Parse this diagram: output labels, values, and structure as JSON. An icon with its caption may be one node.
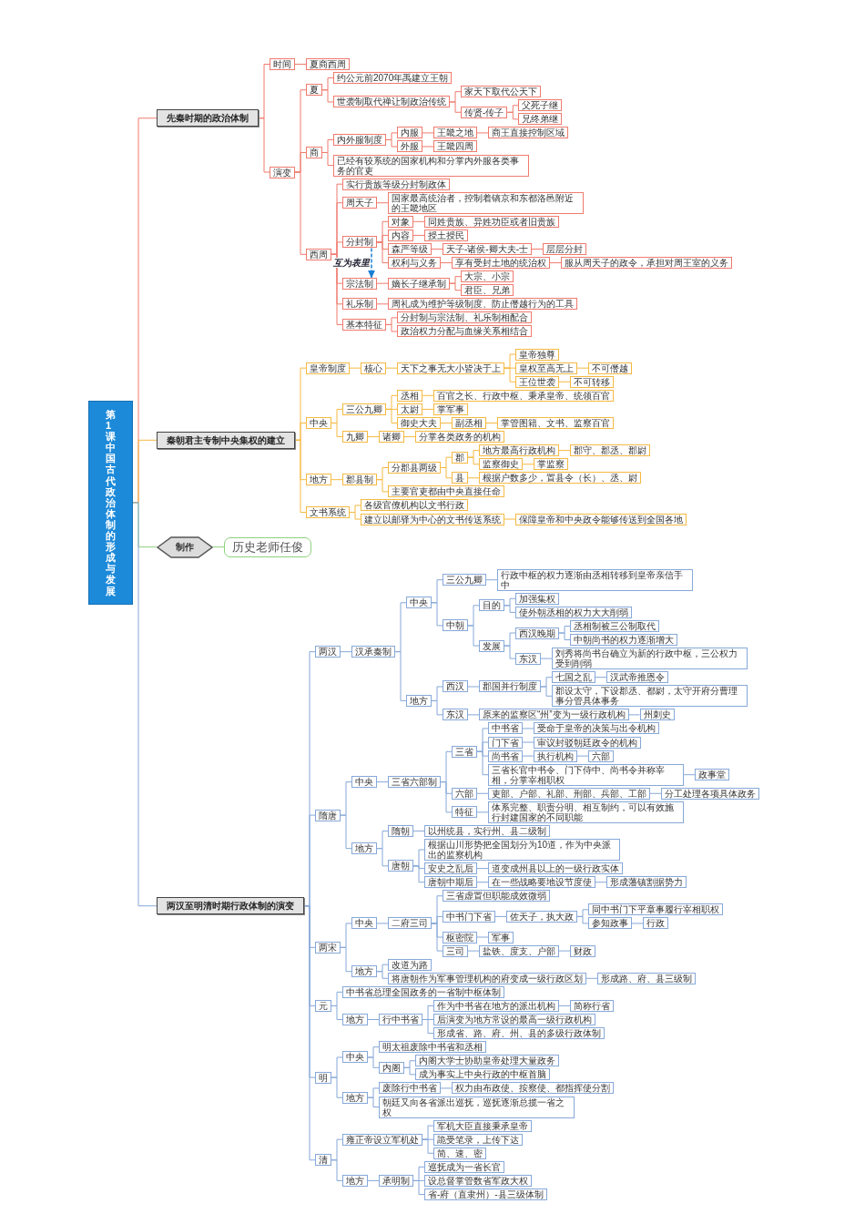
{
  "diagram": {
    "nodes": [
      {
        "text": [
          "第1课中国古代政治体制的形成与发展"
        ]
      },
      {
        "text": [
          "先秦时期的政治体制"
        ]
      },
      {
        "text": [
          "时间"
        ]
      },
      {
        "text": [
          "夏商西周"
        ]
      },
      {
        "text": [
          "演变"
        ]
      },
      {
        "text": [
          "夏"
        ]
      },
      {
        "text": [
          "约公元前2070年禹建立王朝"
        ]
      },
      {
        "text": [
          "世袭制取代禅让制政治传统"
        ]
      },
      {
        "text": [
          "家天下取代公天下"
        ]
      },
      {
        "text": [
          "传贤-传子"
        ]
      },
      {
        "text": [
          "父死子继"
        ]
      },
      {
        "text": [
          "兄终弟继"
        ]
      },
      {
        "text": [
          "商"
        ]
      },
      {
        "text": [
          "内外服制度"
        ]
      },
      {
        "text": [
          "内服"
        ]
      },
      {
        "text": [
          "王畿之地"
        ]
      },
      {
        "text": [
          "商王直接控制区域"
        ]
      },
      {
        "text": [
          "外服"
        ]
      },
      {
        "text": [
          "王畿四周"
        ]
      },
      {
        "text": [
          "已经有较系统的国家机构和分掌内外服各类事务的官吏"
        ]
      },
      {
        "text": [
          "西周"
        ]
      },
      {
        "text": [
          "实行贵族等级分封制政体"
        ]
      },
      {
        "text": [
          "周天子"
        ]
      },
      {
        "text": [
          "国家最高统治者，控制着镐京和东都洛邑附近的王畿地区"
        ]
      },
      {
        "text": [
          "分封制"
        ]
      },
      {
        "text": [
          "对象"
        ]
      },
      {
        "text": [
          "同姓贵族、异姓功臣或者旧贵族"
        ]
      },
      {
        "text": [
          "内容"
        ]
      },
      {
        "text": [
          "授土授民"
        ]
      },
      {
        "text": [
          "森严等级"
        ]
      },
      {
        "text": [
          "天子-诸侯-卿大夫-士"
        ]
      },
      {
        "text": [
          "层层分封"
        ]
      },
      {
        "text": [
          "权利与义务"
        ]
      },
      {
        "text": [
          "享有受封土地的统治权"
        ]
      },
      {
        "text": [
          "服从周天子的政令，承担对周王室的义务"
        ]
      },
      {
        "text": [
          "宗法制"
        ]
      },
      {
        "text": [
          "嫡长子继承制"
        ]
      },
      {
        "text": [
          "大宗、小宗"
        ]
      },
      {
        "text": [
          "君臣、兄弟"
        ]
      },
      {
        "text": [
          "礼乐制"
        ]
      },
      {
        "text": [
          "周礼成为维护等级制度、防止僭越行为的工具"
        ]
      },
      {
        "text": [
          "基本特征"
        ]
      },
      {
        "text": [
          "分封制与宗法制、礼乐制相配合"
        ]
      },
      {
        "text": [
          "政治权力分配与血缘关系相结合"
        ]
      },
      {
        "text": [
          "秦朝君主专制中央集权的建立"
        ]
      },
      {
        "text": [
          "皇帝制度"
        ]
      },
      {
        "text": [
          "核心"
        ]
      },
      {
        "text": [
          "天下之事无大小皆决于上"
        ]
      },
      {
        "text": [
          "皇帝独尊"
        ]
      },
      {
        "text": [
          "皇权至高无上"
        ]
      },
      {
        "text": [
          "不可僭越"
        ]
      },
      {
        "text": [
          "王位世袭"
        ]
      },
      {
        "text": [
          "不可转移"
        ]
      },
      {
        "text": [
          "中央"
        ]
      },
      {
        "text": [
          "三公九卿"
        ]
      },
      {
        "text": [
          "丞相"
        ]
      },
      {
        "text": [
          "百官之长、行政中枢、秉承皇帝、统领百官"
        ]
      },
      {
        "text": [
          "太尉"
        ]
      },
      {
        "text": [
          "掌军事"
        ]
      },
      {
        "text": [
          "御史大夫"
        ]
      },
      {
        "text": [
          "副丞相"
        ]
      },
      {
        "text": [
          "掌管图籍、文书、监察百官"
        ]
      },
      {
        "text": [
          "九卿"
        ]
      },
      {
        "text": [
          "诸卿"
        ]
      },
      {
        "text": [
          "分掌各类政务的机构"
        ]
      },
      {
        "text": [
          "地方"
        ]
      },
      {
        "text": [
          "郡县制"
        ]
      },
      {
        "text": [
          "分郡县两级"
        ]
      },
      {
        "text": [
          "郡"
        ]
      },
      {
        "text": [
          "地方最高行政机构"
        ]
      },
      {
        "text": [
          "郡守、郡丞、郡尉"
        ]
      },
      {
        "text": [
          "监察御史"
        ]
      },
      {
        "text": [
          "掌监察"
        ]
      },
      {
        "text": [
          "县"
        ]
      },
      {
        "text": [
          "根据户数多少，置县令（长）、丞、尉"
        ]
      },
      {
        "text": [
          "主要官吏都由中央直接任命"
        ]
      },
      {
        "text": [
          "文书系统"
        ]
      },
      {
        "text": [
          "各级官僚机构以文书行政"
        ]
      },
      {
        "text": [
          "建立以邮驿为中心的文书传送系统"
        ]
      },
      {
        "text": [
          "保障皇帝和中央政令能够传送到全国各地"
        ]
      },
      {
        "text": [
          "制作"
        ]
      },
      {
        "text": [
          "历史老师任俊"
        ]
      },
      {
        "text": [
          "两汉至明清时期行政体制的演变"
        ]
      },
      {
        "text": [
          "两汉"
        ]
      },
      {
        "text": [
          "汉承秦制"
        ]
      },
      {
        "text": [
          "中央"
        ]
      },
      {
        "text": [
          "三公九卿"
        ]
      },
      {
        "text": [
          "行政中枢的权力逐渐由丞相转移到皇帝亲信手中"
        ]
      },
      {
        "text": [
          "中朝"
        ]
      },
      {
        "text": [
          "目的"
        ]
      },
      {
        "text": [
          "加强集权"
        ]
      },
      {
        "text": [
          "使外朝丞相的权力大大削弱"
        ]
      },
      {
        "text": [
          "发展"
        ]
      },
      {
        "text": [
          "西汉晚期"
        ]
      },
      {
        "text": [
          "丞相制被三公制取代"
        ]
      },
      {
        "text": [
          "中朝尚书的权力逐渐增大"
        ]
      },
      {
        "text": [
          "东汉"
        ]
      },
      {
        "text": [
          "刘秀将尚书台确立为新的行政中枢，三公权力受到削弱"
        ]
      },
      {
        "text": [
          "地方"
        ]
      },
      {
        "text": [
          "西汉"
        ]
      },
      {
        "text": [
          "郡国并行制度"
        ]
      },
      {
        "text": [
          "七国之乱"
        ]
      },
      {
        "text": [
          "汉武帝推恩令"
        ]
      },
      {
        "text": [
          "郡设太守，下设郡丞、都尉，太守开府分曹理事分管具体事务"
        ]
      },
      {
        "text": [
          "东汉"
        ]
      },
      {
        "text": [
          "原来的监察区“州”变为一级行政机构"
        ]
      },
      {
        "text": [
          "州刺史"
        ]
      },
      {
        "text": [
          "隋唐"
        ]
      },
      {
        "text": [
          "中央"
        ]
      },
      {
        "text": [
          "三省六部制"
        ]
      },
      {
        "text": [
          "三省"
        ]
      },
      {
        "text": [
          "中书省"
        ]
      },
      {
        "text": [
          "受命于皇帝的决策与出令机构"
        ]
      },
      {
        "text": [
          "门下省"
        ]
      },
      {
        "text": [
          "审议封驳朝廷政令的机构"
        ]
      },
      {
        "text": [
          "尚书省"
        ]
      },
      {
        "text": [
          "执行机构"
        ]
      },
      {
        "text": [
          "六部"
        ]
      },
      {
        "text": [
          "三省长官中书令、门下侍中、尚书令并称宰相，分掌宰相职权"
        ]
      },
      {
        "text": [
          "政事堂"
        ]
      },
      {
        "text": [
          "六部"
        ]
      },
      {
        "text": [
          "吏部、户部、礼部、刑部、兵部、工部"
        ]
      },
      {
        "text": [
          "分工处理各项具体政务"
        ]
      },
      {
        "text": [
          "特征"
        ]
      },
      {
        "text": [
          "体系完整、职责分明、相互制约，可以有效施行封建国家的不同职能"
        ]
      },
      {
        "text": [
          "地方"
        ]
      },
      {
        "text": [
          "隋朝"
        ]
      },
      {
        "text": [
          "以州统县，实行州、县二级制"
        ]
      },
      {
        "text": [
          "唐朝"
        ]
      },
      {
        "text": [
          "根据山川形势把全国划分为10道，作为中央派出的监察机构"
        ]
      },
      {
        "text": [
          "安史之乱后"
        ]
      },
      {
        "text": [
          "道变成州县以上的一级行政实体"
        ]
      },
      {
        "text": [
          "唐朝中期后"
        ]
      },
      {
        "text": [
          "在一些战略要地设节度使"
        ]
      },
      {
        "text": [
          "形成藩镇割据势力"
        ]
      },
      {
        "text": [
          "两宋"
        ]
      },
      {
        "text": [
          "中央"
        ]
      },
      {
        "text": [
          "二府三司"
        ]
      },
      {
        "text": [
          "三省虚置但职能成效微弱"
        ]
      },
      {
        "text": [
          "中书门下省"
        ]
      },
      {
        "text": [
          "佐天子，执大政"
        ]
      },
      {
        "text": [
          "同中书门下平章事履行宰相职权"
        ]
      },
      {
        "text": [
          "参知政事"
        ]
      },
      {
        "text": [
          "行政"
        ]
      },
      {
        "text": [
          "枢密院"
        ]
      },
      {
        "text": [
          "军事"
        ]
      },
      {
        "text": [
          "三司"
        ]
      },
      {
        "text": [
          "盐铁、度支、户部"
        ]
      },
      {
        "text": [
          "财政"
        ]
      },
      {
        "text": [
          "地方"
        ]
      },
      {
        "text": [
          "改道为路"
        ]
      },
      {
        "text": [
          "将唐朝作为军事管理机构的府变成一级行政区划"
        ]
      },
      {
        "text": [
          "形成路、府、县三级制"
        ]
      },
      {
        "text": [
          "元"
        ]
      },
      {
        "text": [
          "中书省总理全国政务的一省制中枢体制"
        ]
      },
      {
        "text": [
          "地方"
        ]
      },
      {
        "text": [
          "行中书省"
        ]
      },
      {
        "text": [
          "作为中书省在地方的派出机构"
        ]
      },
      {
        "text": [
          "简称行省"
        ]
      },
      {
        "text": [
          "后演变为地方常设的最高一级行政机构"
        ]
      },
      {
        "text": [
          "形成省、路、府、州、县的多级行政体制"
        ]
      },
      {
        "text": [
          "明"
        ]
      },
      {
        "text": [
          "中央"
        ]
      },
      {
        "text": [
          "明太祖废除中书省和丞相"
        ]
      },
      {
        "text": [
          "内阁"
        ]
      },
      {
        "text": [
          "内阁大学士协助皇帝处理大量政务"
        ]
      },
      {
        "text": [
          "成为事实上中央行政的中枢首脑"
        ]
      },
      {
        "text": [
          "地方"
        ]
      },
      {
        "text": [
          "废除行中书省"
        ]
      },
      {
        "text": [
          "权力由布政使、按察使、都指挥使分割"
        ]
      },
      {
        "text": [
          "朝廷又向各省派出巡抚，巡抚逐渐总揽一省之权"
        ]
      },
      {
        "text": [
          "清"
        ]
      },
      {
        "text": [
          "雍正帝设立军机处"
        ]
      },
      {
        "text": [
          "军机大臣直接秉承皇帝"
        ]
      },
      {
        "text": [
          "跪受笔录，上传下达"
        ]
      },
      {
        "text": [
          "简、速、密"
        ]
      },
      {
        "text": [
          "地方"
        ]
      },
      {
        "text": [
          "承明制"
        ]
      },
      {
        "text": [
          "巡抚成为一省长官"
        ]
      },
      {
        "text": [
          "设总督掌管数省军政大权"
        ]
      },
      {
        "text": [
          "省-府（直隶州）-县三级体制"
        ]
      }
    ],
    "edges": [
      {
        "from": 0,
        "to": 1,
        "arrow": "none",
        "color": "#ef7b6e"
      },
      {
        "from": 0,
        "to": 44,
        "arrow": "none",
        "color": "#f5b942"
      },
      {
        "from": 0,
        "to": 80,
        "arrow": "none",
        "color": "#8fd17c"
      },
      {
        "from": 0,
        "to": 82,
        "arrow": "none"
      },
      {
        "from": 1,
        "to": 2,
        "arrow": "none",
        "color": "#ef7b6e"
      },
      {
        "from": 1,
        "to": 4,
        "arrow": "none",
        "color": "#ef7b6e"
      },
      {
        "from": 2,
        "to": 3,
        "arrow": "none",
        "color": "#ef7b6e"
      },
      {
        "from": 4,
        "to": 5,
        "arrow": "none",
        "color": "#ef7b6e"
      },
      {
        "from": 4,
        "to": 12,
        "arrow": "none",
        "color": "#ef7b6e"
      },
      {
        "from": 4,
        "to": 20,
        "arrow": "none",
        "color": "#ef7b6e"
      },
      {
        "from": 5,
        "to": 6,
        "arrow": "none",
        "color": "#ef7b6e"
      },
      {
        "from": 5,
        "to": 7,
        "arrow": "none",
        "color": "#ef7b6e"
      },
      {
        "from": 7,
        "to": 8,
        "arrow": "none",
        "color": "#ef7b6e"
      },
      {
        "from": 7,
        "to": 9,
        "arrow": "none",
        "color": "#ef7b6e"
      },
      {
        "from": 9,
        "to": 10,
        "arrow": "none",
        "color": "#ef7b6e"
      },
      {
        "from": 9,
        "to": 11,
        "arrow": "none",
        "color": "#ef7b6e"
      },
      {
        "from": 12,
        "to": 13,
        "arrow": "none",
        "color": "#ef7b6e"
      },
      {
        "from": 12,
        "to": 19,
        "arrow": "none",
        "color": "#ef7b6e"
      },
      {
        "from": 13,
        "to": 14,
        "arrow": "none",
        "color": "#ef7b6e"
      },
      {
        "from": 13,
        "to": 17,
        "arrow": "none",
        "color": "#ef7b6e"
      },
      {
        "from": 14,
        "to": 15,
        "arrow": "none",
        "color": "#ef7b6e"
      },
      {
        "from": 15,
        "to": 16,
        "arrow": "none",
        "color": "#ef7b6e"
      },
      {
        "from": 17,
        "to": 18,
        "arrow": "none",
        "color": "#ef7b6e"
      },
      {
        "from": 20,
        "to": 21,
        "arrow": "none",
        "color": "#ef7b6e"
      },
      {
        "from": 20,
        "to": 22,
        "arrow": "none",
        "color": "#ef7b6e"
      },
      {
        "from": 20,
        "to": 24,
        "arrow": "none",
        "color": "#ef7b6e"
      },
      {
        "from": 20,
        "to": 35,
        "arrow": "none",
        "color": "#ef7b6e"
      },
      {
        "from": 20,
        "to": 39,
        "arrow": "none",
        "color": "#ef7b6e"
      },
      {
        "from": 20,
        "to": 41,
        "arrow": "none",
        "color": "#ef7b6e"
      },
      {
        "from": 22,
        "to": 23,
        "arrow": "none",
        "color": "#ef7b6e"
      },
      {
        "from": 24,
        "to": 25,
        "arrow": "none",
        "color": "#ef7b6e"
      },
      {
        "from": 24,
        "to": 27,
        "arrow": "none",
        "color": "#ef7b6e"
      },
      {
        "from": 24,
        "to": 29,
        "arrow": "none",
        "color": "#ef7b6e"
      },
      {
        "from": 24,
        "to": 32,
        "arrow": "none",
        "color": "#ef7b6e"
      },
      {
        "from": 25,
        "to": 26,
        "arrow": "none",
        "color": "#ef7b6e"
      },
      {
        "from": 27,
        "to": 28,
        "arrow": "none",
        "color": "#ef7b6e"
      },
      {
        "from": 29,
        "to": 30,
        "arrow": "none",
        "color": "#ef7b6e"
      },
      {
        "from": 30,
        "to": 31,
        "arrow": "none",
        "color": "#ef7b6e"
      },
      {
        "from": 32,
        "to": 33,
        "arrow": "none",
        "color": "#ef7b6e"
      },
      {
        "from": 33,
        "to": 34,
        "arrow": "none",
        "color": "#ef7b6e"
      },
      {
        "from": 35,
        "to": 36,
        "arrow": "none",
        "color": "#ef7b6e"
      },
      {
        "from": 36,
        "to": 37,
        "arrow": "none",
        "color": "#ef7b6e"
      },
      {
        "from": 36,
        "to": 38,
        "arrow": "none",
        "color": "#ef7b6e"
      },
      {
        "from": 39,
        "to": 40,
        "arrow": "none",
        "color": "#ef7b6e"
      },
      {
        "from": 41,
        "to": 42,
        "arrow": "none",
        "color": "#ef7b6e"
      },
      {
        "from": 41,
        "to": 43,
        "arrow": "none",
        "color": "#ef7b6e"
      },
      {
        "from": 44,
        "to": 45,
        "arrow": "none",
        "color": "#f5b942"
      },
      {
        "from": 44,
        "to": 53,
        "arrow": "none",
        "color": "#f5b942"
      },
      {
        "from": 44,
        "to": 65,
        "arrow": "none",
        "color": "#f5b942"
      },
      {
        "from": 44,
        "to": 76,
        "arrow": "none",
        "color": "#f5b942"
      },
      {
        "from": 45,
        "to": 46,
        "arrow": "none",
        "color": "#f5b942"
      },
      {
        "from": 46,
        "to": 47,
        "arrow": "none",
        "color": "#f5b942"
      },
      {
        "from": 47,
        "to": 48,
        "arrow": "none",
        "color": "#f5b942"
      },
      {
        "from": 47,
        "to": 49,
        "arrow": "none",
        "color": "#f5b942"
      },
      {
        "from": 47,
        "to": 51,
        "arrow": "none",
        "color": "#f5b942"
      },
      {
        "from": 49,
        "to": 50,
        "arrow": "none",
        "color": "#f5b942"
      },
      {
        "from": 51,
        "to": 52,
        "arrow": "none",
        "color": "#f5b942"
      },
      {
        "from": 53,
        "to": 54,
        "arrow": "none",
        "color": "#f5b942"
      },
      {
        "from": 53,
        "to": 62,
        "arrow": "none",
        "color": "#f5b942"
      },
      {
        "from": 54,
        "to": 55,
        "arrow": "none",
        "color": "#f5b942"
      },
      {
        "from": 54,
        "to": 57,
        "arrow": "none",
        "color": "#f5b942"
      },
      {
        "from": 54,
        "to": 59,
        "arrow": "none",
        "color": "#f5b942"
      },
      {
        "from": 55,
        "to": 56,
        "arrow": "none",
        "color": "#f5b942"
      },
      {
        "from": 57,
        "to": 58,
        "arrow": "none",
        "color": "#f5b942"
      },
      {
        "from": 59,
        "to": 60,
        "arrow": "none",
        "color": "#f5b942"
      },
      {
        "from": 60,
        "to": 61,
        "arrow": "none",
        "color": "#f5b942"
      },
      {
        "from": 62,
        "to": 63,
        "arrow": "none",
        "color": "#f5b942"
      },
      {
        "from": 63,
        "to": 64,
        "arrow": "none",
        "color": "#f5b942"
      },
      {
        "from": 65,
        "to": 66,
        "arrow": "none",
        "color": "#f5b942"
      },
      {
        "from": 66,
        "to": 67,
        "arrow": "none",
        "color": "#f5b942"
      },
      {
        "from": 66,
        "to": 75,
        "arrow": "none",
        "color": "#f5b942"
      },
      {
        "from": 67,
        "to": 68,
        "arrow": "none",
        "color": "#f5b942"
      },
      {
        "from": 67,
        "to": 73,
        "arrow": "none",
        "color": "#f5b942"
      },
      {
        "from": 68,
        "to": 69,
        "arrow": "none",
        "color": "#f5b942"
      },
      {
        "from": 68,
        "to": 71,
        "arrow": "none",
        "color": "#f5b942"
      },
      {
        "from": 69,
        "to": 70,
        "arrow": "none",
        "color": "#f5b942"
      },
      {
        "from": 71,
        "to": 72,
        "arrow": "none",
        "color": "#f5b942"
      },
      {
        "from": 73,
        "to": 74,
        "arrow": "none",
        "color": "#f5b942"
      },
      {
        "from": 76,
        "to": 77,
        "arrow": "none",
        "color": "#f5b942"
      },
      {
        "from": 76,
        "to": 78,
        "arrow": "none",
        "color": "#f5b942"
      },
      {
        "from": 78,
        "to": 79,
        "arrow": "none",
        "color": "#f5b942"
      },
      {
        "from": 80,
        "to": 81,
        "arrow": "none",
        "color": "#8fd17c"
      },
      {
        "from": 82,
        "to": 83,
        "arrow": "none"
      },
      {
        "from": 82,
        "to": 107,
        "arrow": "none"
      },
      {
        "from": 82,
        "to": 135,
        "arrow": "none"
      },
      {
        "from": 82,
        "to": 153,
        "arrow": "none"
      },
      {
        "from": 82,
        "to": 161,
        "arrow": "none"
      },
      {
        "from": 82,
        "to": 171,
        "arrow": "none"
      },
      {
        "from": 83,
        "to": 84,
        "arrow": "none"
      },
      {
        "from": 84,
        "to": 85,
        "arrow": "none"
      },
      {
        "from": 84,
        "to": 98,
        "arrow": "none"
      },
      {
        "from": 85,
        "to": 86,
        "arrow": "none"
      },
      {
        "from": 85,
        "to": 88,
        "arrow": "none"
      },
      {
        "from": 86,
        "to": 87,
        "arrow": "none"
      },
      {
        "from": 88,
        "to": 89,
        "arrow": "none"
      },
      {
        "from": 88,
        "to": 92,
        "arrow": "none"
      },
      {
        "from": 89,
        "to": 90,
        "arrow": "none"
      },
      {
        "from": 89,
        "to": 91,
        "arrow": "none"
      },
      {
        "from": 92,
        "to": 93,
        "arrow": "none"
      },
      {
        "from": 92,
        "to": 96,
        "arrow": "none"
      },
      {
        "from": 93,
        "to": 94,
        "arrow": "none"
      },
      {
        "from": 93,
        "to": 95,
        "arrow": "none"
      },
      {
        "from": 96,
        "to": 97,
        "arrow": "none"
      },
      {
        "from": 98,
        "to": 99,
        "arrow": "none"
      },
      {
        "from": 98,
        "to": 104,
        "arrow": "none"
      },
      {
        "from": 99,
        "to": 100,
        "arrow": "none"
      },
      {
        "from": 100,
        "to": 101,
        "arrow": "none"
      },
      {
        "from": 100,
        "to": 103,
        "arrow": "none"
      },
      {
        "from": 101,
        "to": 102,
        "arrow": "none"
      },
      {
        "from": 104,
        "to": 105,
        "arrow": "none"
      },
      {
        "from": 105,
        "to": 106,
        "arrow": "none"
      },
      {
        "from": 107,
        "to": 108,
        "arrow": "none"
      },
      {
        "from": 107,
        "to": 125,
        "arrow": "none"
      },
      {
        "from": 108,
        "to": 109,
        "arrow": "none"
      },
      {
        "from": 109,
        "to": 110,
        "arrow": "none"
      },
      {
        "from": 109,
        "to": 120,
        "arrow": "none"
      },
      {
        "from": 109,
        "to": 123,
        "arrow": "none"
      },
      {
        "from": 110,
        "to": 111,
        "arrow": "none"
      },
      {
        "from": 110,
        "to": 113,
        "arrow": "none"
      },
      {
        "from": 110,
        "to": 115,
        "arrow": "none"
      },
      {
        "from": 110,
        "to": 118,
        "arrow": "none"
      },
      {
        "from": 111,
        "to": 112,
        "arrow": "none"
      },
      {
        "from": 113,
        "to": 114,
        "arrow": "none"
      },
      {
        "from": 115,
        "to": 116,
        "arrow": "none"
      },
      {
        "from": 116,
        "to": 117,
        "arrow": "none"
      },
      {
        "from": 118,
        "to": 119,
        "arrow": "none"
      },
      {
        "from": 120,
        "to": 121,
        "arrow": "none"
      },
      {
        "from": 121,
        "to": 122,
        "arrow": "none"
      },
      {
        "from": 123,
        "to": 124,
        "arrow": "none"
      },
      {
        "from": 125,
        "to": 126,
        "arrow": "none"
      },
      {
        "from": 125,
        "to": 128,
        "arrow": "none"
      },
      {
        "from": 126,
        "to": 127,
        "arrow": "none"
      },
      {
        "from": 128,
        "to": 129,
        "arrow": "none"
      },
      {
        "from": 128,
        "to": 130,
        "arrow": "none"
      },
      {
        "from": 128,
        "to": 132,
        "arrow": "none"
      },
      {
        "from": 130,
        "to": 131,
        "arrow": "none"
      },
      {
        "from": 132,
        "to": 133,
        "arrow": "none"
      },
      {
        "from": 133,
        "to": 134,
        "arrow": "none"
      },
      {
        "from": 135,
        "to": 136,
        "arrow": "none"
      },
      {
        "from": 135,
        "to": 149,
        "arrow": "none"
      },
      {
        "from": 136,
        "to": 137,
        "arrow": "none"
      },
      {
        "from": 137,
        "to": 138,
        "arrow": "none"
      },
      {
        "from": 137,
        "to": 139,
        "arrow": "none"
      },
      {
        "from": 137,
        "to": 144,
        "arrow": "none"
      },
      {
        "from": 137,
        "to": 146,
        "arrow": "none"
      },
      {
        "from": 139,
        "to": 140,
        "arrow": "none"
      },
      {
        "from": 140,
        "to": 141,
        "arrow": "none"
      },
      {
        "from": 140,
        "to": 142,
        "arrow": "none"
      },
      {
        "from": 142,
        "to": 143,
        "arrow": "none"
      },
      {
        "from": 144,
        "to": 145,
        "arrow": "none"
      },
      {
        "from": 146,
        "to": 147,
        "arrow": "none"
      },
      {
        "from": 147,
        "to": 148,
        "arrow": "none"
      },
      {
        "from": 149,
        "to": 150,
        "arrow": "none"
      },
      {
        "from": 149,
        "to": 151,
        "arrow": "none"
      },
      {
        "from": 151,
        "to": 152,
        "arrow": "none"
      },
      {
        "from": 153,
        "to": 154,
        "arrow": "none"
      },
      {
        "from": 153,
        "to": 155,
        "arrow": "none"
      },
      {
        "from": 155,
        "to": 156,
        "arrow": "none"
      },
      {
        "from": 156,
        "to": 157,
        "arrow": "none"
      },
      {
        "from": 156,
        "to": 159,
        "arrow": "none"
      },
      {
        "from": 156,
        "to": 160,
        "arrow": "none"
      },
      {
        "from": 157,
        "to": 158,
        "arrow": "none"
      },
      {
        "from": 161,
        "to": 162,
        "arrow": "none"
      },
      {
        "from": 161,
        "to": 167,
        "arrow": "none"
      },
      {
        "from": 162,
        "to": 163,
        "arrow": "none"
      },
      {
        "from": 162,
        "to": 164,
        "arrow": "none"
      },
      {
        "from": 164,
        "to": 165,
        "arrow": "none"
      },
      {
        "from": 164,
        "to": 166,
        "arrow": "none"
      },
      {
        "from": 167,
        "to": 168,
        "arrow": "none"
      },
      {
        "from": 167,
        "to": 170,
        "arrow": "none"
      },
      {
        "from": 168,
        "to": 169,
        "arrow": "none"
      },
      {
        "from": 171,
        "to": 172,
        "arrow": "none"
      },
      {
        "from": 171,
        "to": 176,
        "arrow": "none"
      },
      {
        "from": 172,
        "to": 173,
        "arrow": "none"
      },
      {
        "from": 172,
        "to": 174,
        "arrow": "none"
      },
      {
        "from": 172,
        "to": 175,
        "arrow": "none"
      },
      {
        "from": 176,
        "to": 177,
        "arrow": "none"
      },
      {
        "from": 177,
        "to": 178,
        "arrow": "none"
      },
      {
        "from": 177,
        "to": 179,
        "arrow": "none"
      },
      {
        "from": 177,
        "to": 180,
        "arrow": "none"
      },
      {
        "from": 24,
        "to": 35,
        "arrow": "to",
        "label": "互为表里",
        "style": "dashed",
        "color": "#1a7fd4"
      }
    ]
  }
}
